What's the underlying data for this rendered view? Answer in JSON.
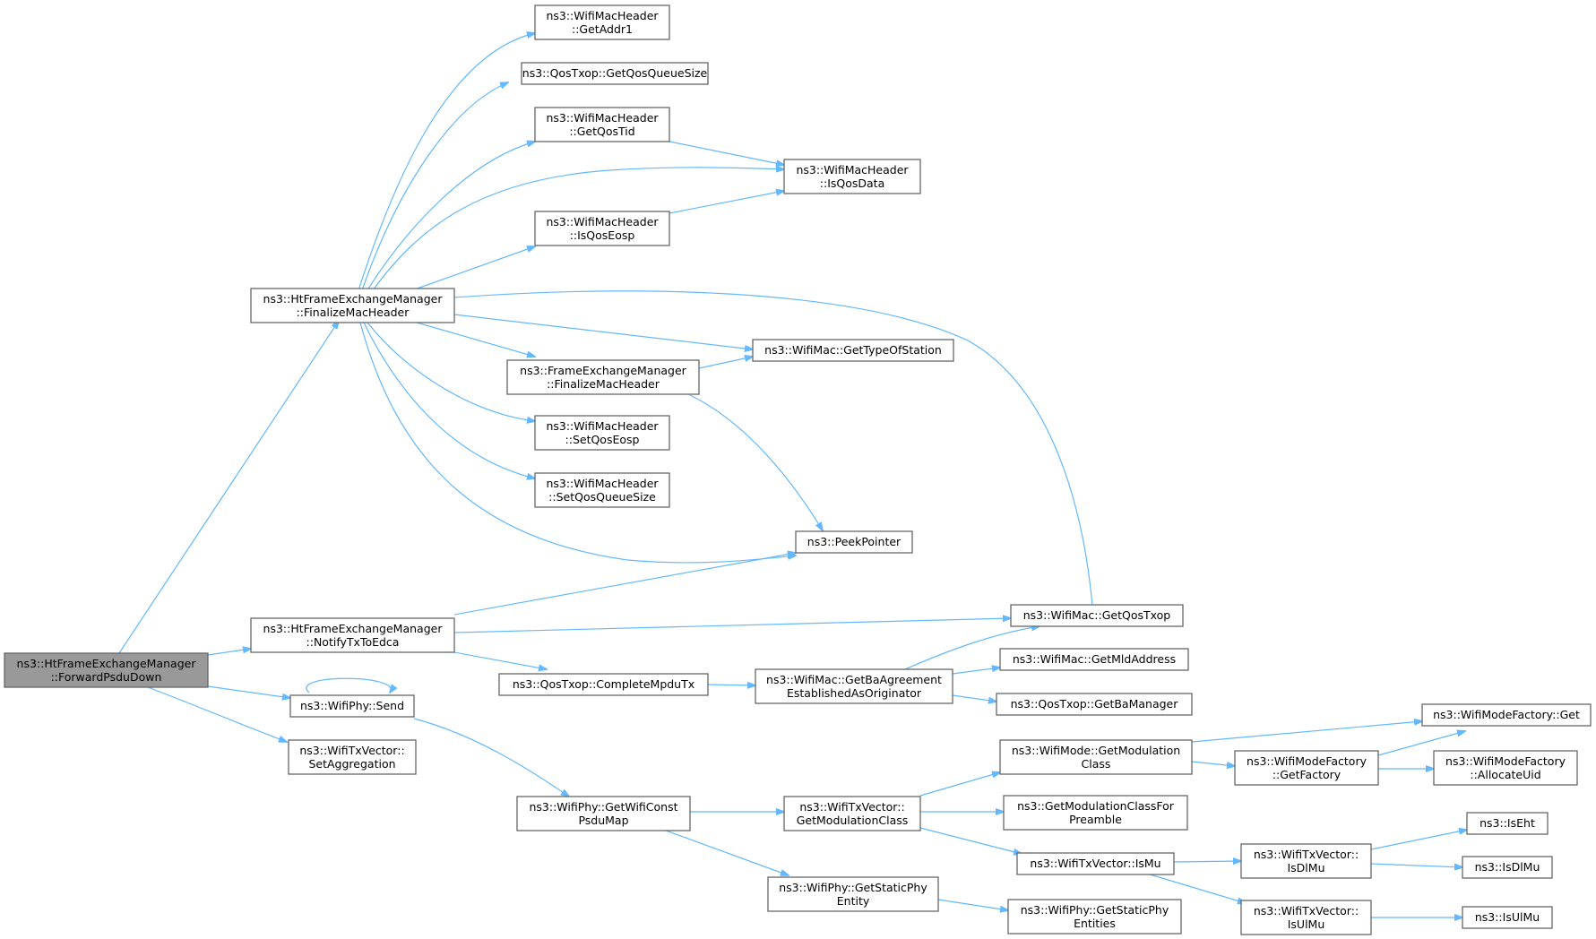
{
  "nodes": {
    "forward": [
      "ns3::HtFrameExchangeManager",
      "::ForwardPsduDown"
    ],
    "finalize_ht": [
      "ns3::HtFrameExchangeManager",
      "::FinalizeMacHeader"
    ],
    "notify": [
      "ns3::HtFrameExchangeManager",
      "::NotifyTxToEdca"
    ],
    "send": [
      "ns3::WifiPhy::Send"
    ],
    "setagg": [
      "ns3::WifiTxVector::",
      "SetAggregation"
    ],
    "getaddr1": [
      "ns3::WifiMacHeader",
      "::GetAddr1"
    ],
    "getqosqueuesize": [
      "ns3::QosTxop::GetQosQueueSize"
    ],
    "getqostid": [
      "ns3::WifiMacHeader",
      "::GetQosTid"
    ],
    "isqoseosp": [
      "ns3::WifiMacHeader",
      "::IsQosEosp"
    ],
    "isqosdata": [
      "ns3::WifiMacHeader",
      "::IsQosData"
    ],
    "finalize_fem": [
      "ns3::FrameExchangeManager",
      "::FinalizeMacHeader"
    ],
    "gettypeofstation": [
      "ns3::WifiMac::GetTypeOfStation"
    ],
    "setqoseosp": [
      "ns3::WifiMacHeader",
      "::SetQosEosp"
    ],
    "setqosqueuesize": [
      "ns3::WifiMacHeader",
      "::SetQosQueueSize"
    ],
    "peekpointer": [
      "ns3::PeekPointer"
    ],
    "getqostxop": [
      "ns3::WifiMac::GetQosTxop"
    ],
    "completempdutx": [
      "ns3::QosTxop::CompleteMpduTx"
    ],
    "getbaagreement": [
      "ns3::WifiMac::GetBaAgreement",
      "EstablishedAsOriginator"
    ],
    "getmldaddress": [
      "ns3::WifiMac::GetMldAddress"
    ],
    "getbamanager": [
      "ns3::QosTxop::GetBaManager"
    ],
    "getwificonstpsdumap": [
      "ns3::WifiPhy::GetWifiConst",
      "PsduMap"
    ],
    "getmodulationclass_tx": [
      "ns3::WifiTxVector::",
      "GetModulationClass"
    ],
    "getstaticphyentity": [
      "ns3::WifiPhy::GetStaticPhy",
      "Entity"
    ],
    "getmodulationclass_mode": [
      "ns3::WifiMode::GetModulation",
      "Class"
    ],
    "getmodclassforpreamble": [
      "ns3::GetModulationClassFor",
      "Preamble"
    ],
    "ismu": [
      "ns3::WifiTxVector::IsMu"
    ],
    "getstaticphyentities": [
      "ns3::WifiPhy::GetStaticPhy",
      "Entities"
    ],
    "wifimodefactory_get": [
      "ns3::WifiModeFactory::Get"
    ],
    "getfactory": [
      "ns3::WifiModeFactory",
      "::GetFactory"
    ],
    "allocateuid": [
      "ns3::WifiModeFactory",
      "::AllocateUid"
    ],
    "isdlmu_tx": [
      "ns3::WifiTxVector::",
      "IsDlMu"
    ],
    "isulmu_tx": [
      "ns3::WifiTxVector::",
      "IsUlMu"
    ],
    "iseht": [
      "ns3::IsEht"
    ],
    "isdlmu": [
      "ns3::IsDlMu"
    ],
    "isulmu": [
      "ns3::IsUlMu"
    ]
  },
  "colors": {
    "edge": "#63b8ff",
    "root_fill": "#999999",
    "node_border": "#666666"
  }
}
